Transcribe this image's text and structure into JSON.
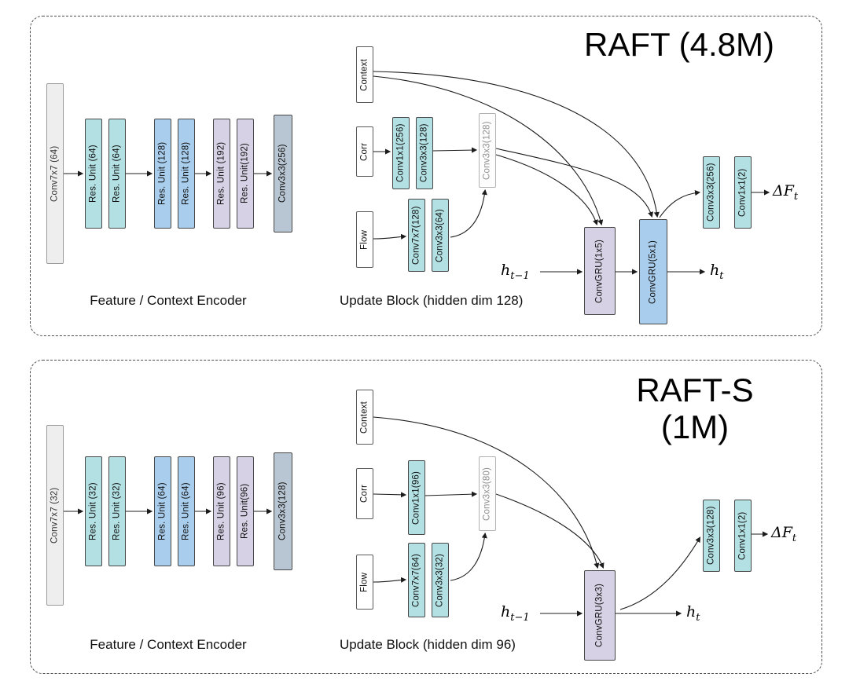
{
  "colors": {
    "teal": "#b3e0e3",
    "blue": "#a9cdec",
    "lavender": "#d6d1e4",
    "slate": "#b8c5d2",
    "input_gray": "#eeeeee",
    "white_box": "#ffffff"
  },
  "panels": [
    {
      "title_lines": [
        "RAFT (4.8M)"
      ],
      "encoder": {
        "caption": "Feature / Context Encoder",
        "stem": "Conv7x7 (64)",
        "res_units": [
          "Res. Unit (64)",
          "Res. Unit (64)",
          "Res. Unit (128)",
          "Res. Unit (128)",
          "Res. Unit (192)",
          "Res. Unit(192)"
        ],
        "head": "Conv3x3(256)"
      },
      "update": {
        "caption": "Update Block (hidden dim 128)",
        "context_label": "Context",
        "corr_label": "Corr",
        "flow_label": "Flow",
        "corr_conv1": "Conv1x1(256)",
        "corr_conv2": "Conv3x3(128)",
        "merge_conv": "Conv3x3(128)",
        "flow_conv1": "Conv7x7(128)",
        "flow_conv2": "Conv3x3(64)",
        "gru1": "ConvGRU(1x5)",
        "gru2": "ConvGRU(5x1)",
        "head_conv1": "Conv3x3(256)",
        "head_conv2": "Conv1x1(2)",
        "h_prev_base": "h",
        "h_prev_sub": "t−1",
        "h_out_base": "h",
        "h_out_sub": "t",
        "flow_delta_base": "ΔF",
        "flow_delta_sub": "t"
      }
    },
    {
      "title_lines": [
        "RAFT-S",
        "(1M)"
      ],
      "encoder": {
        "caption": "Feature / Context Encoder",
        "stem": "Conv7x7 (32)",
        "res_units": [
          "Res. Unit (32)",
          "Res. Unit (32)",
          "Res. Unit (64)",
          "Res. Unit (64)",
          "Res. Unit (96)",
          "Res. Unit(96)"
        ],
        "head": "Conv3x3(128)"
      },
      "update": {
        "caption": "Update Block (hidden dim 96)",
        "context_label": "Context",
        "corr_label": "Corr",
        "flow_label": "Flow",
        "corr_conv1": "Conv1x1(96)",
        "merge_conv": "Conv3x3(80)",
        "flow_conv1": "Conv7x7(64)",
        "flow_conv2": "Conv3x3(32)",
        "gru1": "ConvGRU(3x3)",
        "head_conv1": "Conv3x3(128)",
        "head_conv2": "Conv1x1(2)",
        "h_prev_base": "h",
        "h_prev_sub": "t−1",
        "h_out_base": "h",
        "h_out_sub": "t",
        "flow_delta_base": "ΔF",
        "flow_delta_sub": "t"
      }
    }
  ]
}
